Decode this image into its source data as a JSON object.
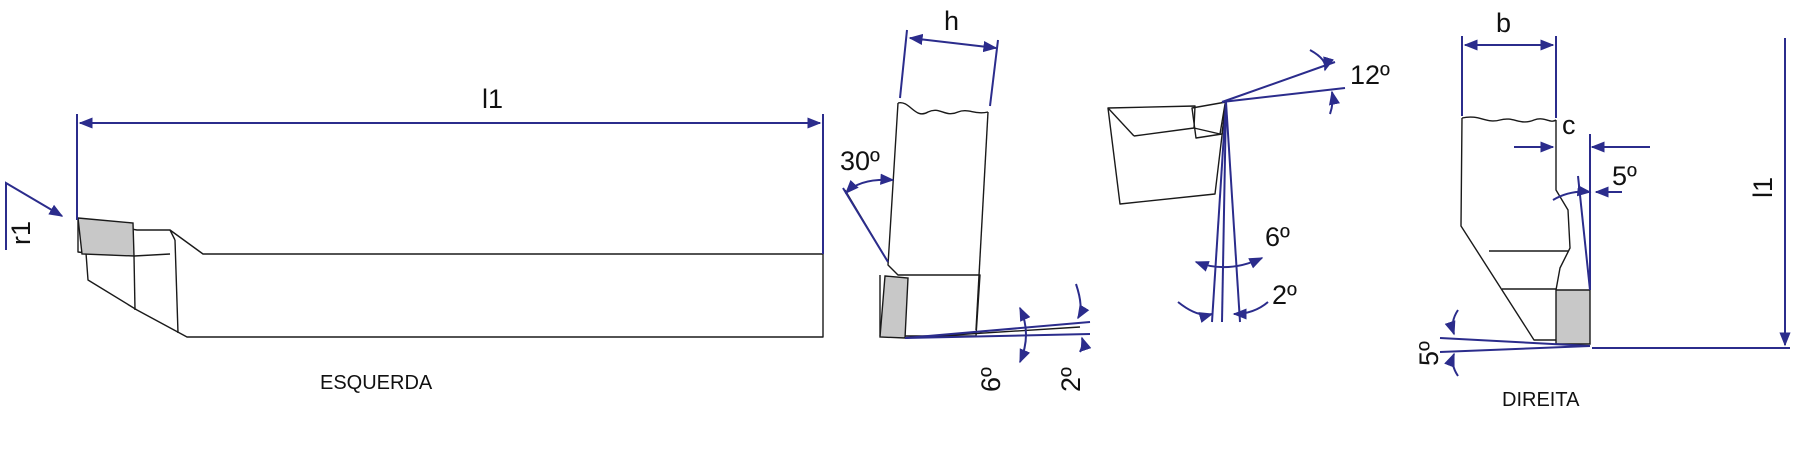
{
  "labels": {
    "l1_left": "l1",
    "r1": "r1",
    "esquerda": "ESQUERDA",
    "h": "h",
    "angle_30": "30º",
    "angle_6_side": "6º",
    "angle_2_side": "2º",
    "angle_12": "12º",
    "angle_6_top": "6º",
    "angle_2_top": "2º",
    "b": "b",
    "c": "c",
    "angle_5_right": "5º",
    "angle_5_bottom": "5º",
    "l1_right": "l1",
    "direita": "DIREITA"
  },
  "colors": {
    "dimension": "#2b2c8c",
    "outline": "#1a1a1a",
    "insert_fill": "#c8c8c8"
  }
}
